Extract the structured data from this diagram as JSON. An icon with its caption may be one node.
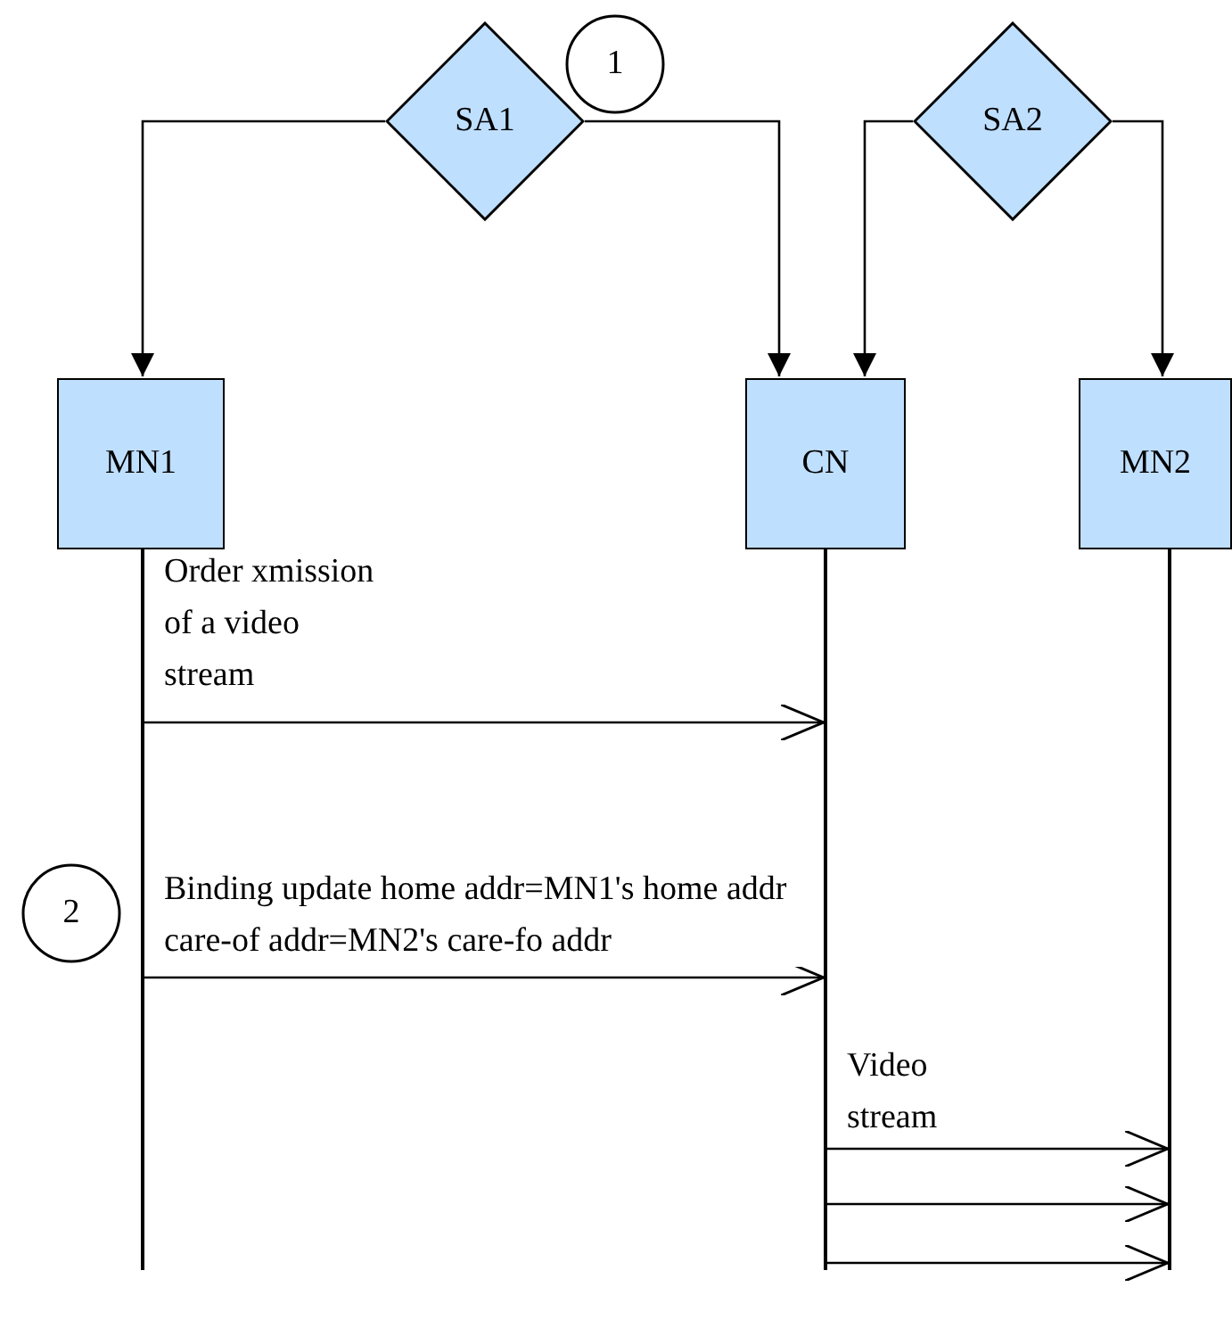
{
  "diagram": {
    "nodes": [
      {
        "text": [
          "SA1"
        ]
      },
      {
        "text": [
          "1"
        ]
      },
      {
        "text": [
          "SA2"
        ]
      },
      {
        "text": [
          "MN1"
        ]
      },
      {
        "text": [
          "CN"
        ]
      },
      {
        "text": [
          "MN2"
        ]
      },
      {
        "text": [
          "2"
        ]
      }
    ],
    "edges": [
      {
        "from": 0,
        "to": 3,
        "arrow": "to"
      },
      {
        "from": 0,
        "to": 4,
        "arrow": "to"
      },
      {
        "from": 2,
        "to": 4,
        "arrow": "to"
      },
      {
        "from": 2,
        "to": 5,
        "arrow": "to"
      },
      {
        "from": 3,
        "to": 4,
        "arrow": "to",
        "label": "Order xmission of a video stream"
      },
      {
        "from": 3,
        "to": 4,
        "arrow": "to",
        "label": "Binding update home addr=MN1's home addr care-of addr=MN2's care-fo addr"
      },
      {
        "from": 4,
        "to": 5,
        "arrow": "to",
        "label": "Video stream"
      },
      {
        "from": 4,
        "to": 5,
        "arrow": "to"
      },
      {
        "from": 4,
        "to": 5,
        "arrow": "to"
      }
    ]
  }
}
